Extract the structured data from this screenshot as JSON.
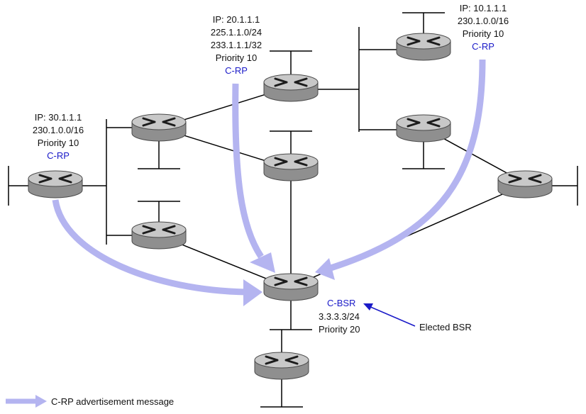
{
  "colors": {
    "advert_arrow": "#b4b4f0",
    "accent_text": "#1a1ac8",
    "elected_arrow": "#1a1ac8",
    "router_body": "#8f8f8f",
    "router_top": "#c8c8c8"
  },
  "icons": {
    "router": "router-icon"
  },
  "rp_left": {
    "ip": "IP: 30.1.1.1",
    "group": "230.1.0.0/16",
    "priority": "Priority 10",
    "role": "C-RP"
  },
  "rp_middle": {
    "ip": "IP: 20.1.1.1",
    "group1": "225.1.1.0/24",
    "group2": "233.1.1.1/32",
    "priority": "Priority 10",
    "role": "C-RP"
  },
  "rp_right": {
    "ip": "IP: 10.1.1.1",
    "group": "230.1.0.0/16",
    "priority": "Priority 10",
    "role": "C-RP"
  },
  "bsr": {
    "role": "C-BSR",
    "address": "3.3.3.3/24",
    "priority": "Priority 20",
    "elected_label": "Elected BSR"
  },
  "legend": {
    "label": "C-RP advertisement message"
  }
}
